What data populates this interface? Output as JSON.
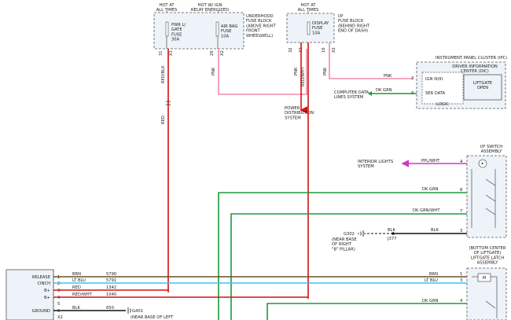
{
  "colors": {
    "red": "#d41010",
    "pink": "#f08aa8",
    "green": "#1f9a3a",
    "light_blue": "#34c6ea",
    "magenta": "#d535c8",
    "brown": "#6b4f2a",
    "black": "#111111",
    "box_fill": "#eef3f9"
  },
  "top_left": {
    "hot_all_times": "HOT AT\nALL TIMES",
    "hot_relay": "HOT W/ IGN\nRELAY ENERGIZED",
    "fuse1": "PWR L/\nGATE\nFUSE\n30A",
    "fuse2": "AIR BAG\nFUSE\n10A",
    "block_label": "UNDERHOOD\nFUSE BLOCK\n(ABOVE RIGHT\nFRONT\nWHEELWELL)",
    "pins": [
      "31",
      "X1",
      "29",
      "X2"
    ],
    "wire_red_blk": "RED/BLK",
    "wire_pnk": "PNK",
    "wire_red": "RED"
  },
  "top_mid": {
    "hot_all_times": "HOT AT\nALL TIMES",
    "fuse": "DISPLAY\nFUSE\n10A",
    "block_label": "I/P\nFUSE BLOCK\n(BEHIND RIGHT\nEND OF DASH)",
    "pins": [
      "32",
      "X2",
      "16",
      "X2"
    ],
    "wire_pnk": "PNK",
    "wire_red_wht": "RED/WHT",
    "wire_pnk2": "PNK",
    "power_dist": "POWER\nDISTRIBUTION\nSYSTEM"
  },
  "ipc": {
    "title": "INSTRUMENT PANEL CLUSTER (IPC)",
    "dic": "DRIVER INFORMATION\nCENTER (DIC)",
    "ign": "IGN III/III",
    "ser_data": "SER DATA",
    "logic": "LOGIC",
    "liftgate_open": "LIFTGATE\nOPEN",
    "pnk": "PNK",
    "dk_grn": "DK GRN",
    "pin3": "3",
    "pin9": "9",
    "computer_data": "COMPUTER DATA\nLINES SYSTEM"
  },
  "ip_switch": {
    "title": "I/P SWITCH\nASSEMBLY",
    "interior_lights": "INTERIOR LIGHTS\nSYSTEM",
    "wire_ppl_wht": "PPL/WHT",
    "pin4": "4",
    "wire_dk_grn": "DK GRN",
    "pin8": "8",
    "wire_dk_grn_wht": "DK GRN/WHT",
    "pin7": "7",
    "wire_blk": "BLK",
    "pin3": "3",
    "ground": "G302",
    "ground_loc": "(NEAR BASE\nOF RIGHT\n\"B\" PILLAR)",
    "splice_blk": "BLK",
    "splice_id": "J377"
  },
  "latch": {
    "title": "(BOTTOM CENTER\nOF LIFTGATE)\nLIFTGATE LATCH\nASSEMBLY",
    "brn": "BRN",
    "pin1": "1",
    "lt_blu": "LT BLU",
    "pin3": "3",
    "dk_grn": "DK GRN",
    "pin4": "4",
    "motor": "M"
  },
  "module": {
    "labels": [
      "RELEASE",
      "CINCH",
      "B+",
      "B+",
      "GROUND"
    ],
    "pins": [
      "1",
      "2",
      "3",
      "4",
      "5",
      "6"
    ],
    "connector": "X2",
    "wires": [
      "BRN",
      "LT BLU",
      "RED",
      "RED/WHT",
      "",
      "BLK"
    ],
    "circuits": [
      "5790",
      "5791",
      "1342",
      "1040",
      "",
      "650"
    ],
    "ground": "G401",
    "ground_loc": "(NEAR BASE OF LEFT"
  }
}
